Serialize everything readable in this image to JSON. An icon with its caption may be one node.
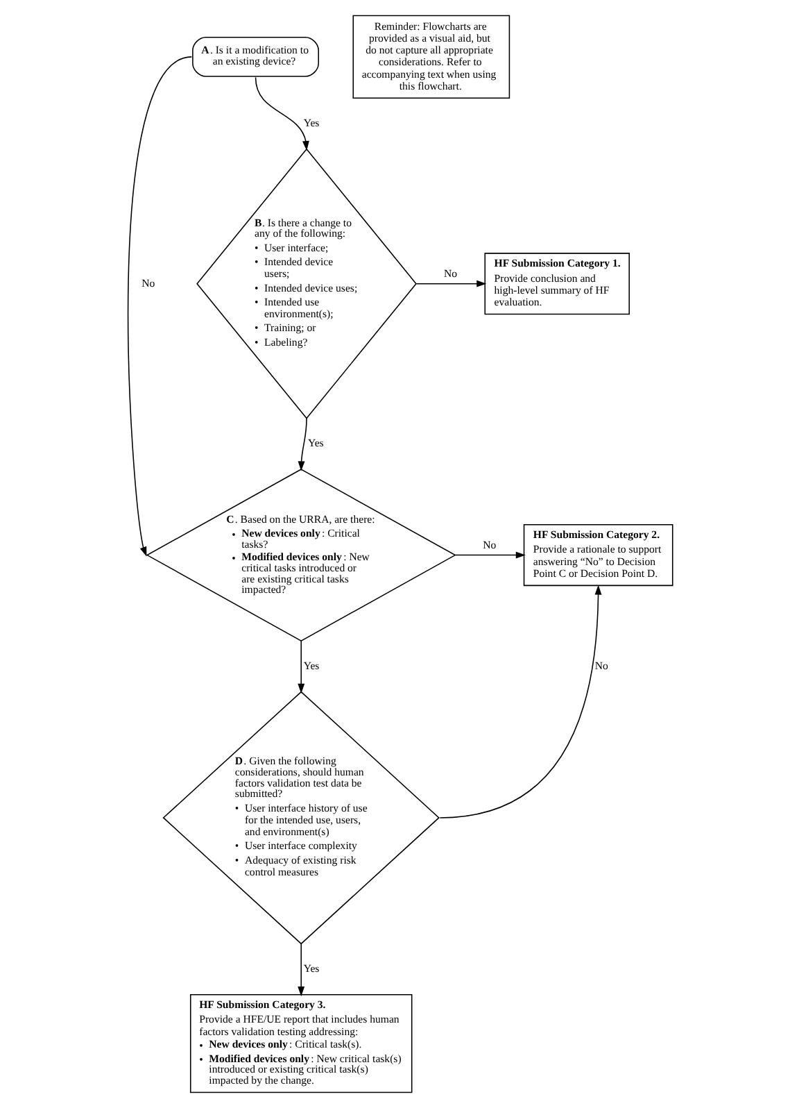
{
  "diagram": {
    "nodes": [
      {
        "text": [
          "**A**. Is it a modification to an existing device?"
        ]
      },
      {
        "text": [
          "Reminder: Flowcharts are provided as a visual aid, but do not capture all appropriate considerations. Refer to accompanying text when using this flowchart."
        ]
      },
      {
        "text": [
          "**B**. Is there a change to any of the following:",
          "• User interface;",
          "• Intended device users;",
          "• Intended device uses;",
          "• Intended use environment(s);",
          "• Training; or",
          "• Labeling?"
        ]
      },
      {
        "text": [
          "HF Submission Category 1.",
          "Provide conclusion and high-level summary of HF evaluation."
        ]
      },
      {
        "text": [
          "**C**. Based on the URRA, are there:",
          "• **New devices only**: Critical tasks?",
          "• **Modified devices only**: New critical tasks introduced or are existing critical tasks impacted?"
        ]
      },
      {
        "text": [
          "HF Submission Category 2.",
          "Provide a rationale to support answering “No” to Decision Point C or Decision Point D."
        ]
      },
      {
        "text": [
          "**D**. Given the following considerations, should human factors validation test data be submitted?",
          "• User interface history of use for the intended use, users, and environment(s)",
          "• User interface complexity",
          "• Adequacy of existing risk control measures"
        ]
      },
      {
        "text": [
          "HF Submission Category 3.",
          "Provide a HFE/UE report that includes human factors validation testing addressing:",
          "• **New devices only**: Critical task(s).",
          "• **Modified devices only**: New critical task(s) introduced or existing critical task(s) impacted by the change."
        ]
      }
    ],
    "edges": [
      {
        "from": 0,
        "to": 2,
        "arrow": "to",
        "label": "Yes"
      },
      {
        "from": 2,
        "to": 3,
        "arrow": "to",
        "label": "No"
      },
      {
        "from": 2,
        "to": 4,
        "arrow": "to",
        "label": "Yes"
      },
      {
        "from": 0,
        "to": 4,
        "arrow": "to",
        "label": "No"
      },
      {
        "from": 4,
        "to": 5,
        "arrow": "to",
        "label": "No"
      },
      {
        "from": 4,
        "to": 6,
        "arrow": "to",
        "label": "Yes"
      },
      {
        "from": 6,
        "to": 5,
        "arrow": "to",
        "label": "No"
      },
      {
        "from": 6,
        "to": 7,
        "arrow": "to",
        "label": "Yes"
      }
    ]
  }
}
